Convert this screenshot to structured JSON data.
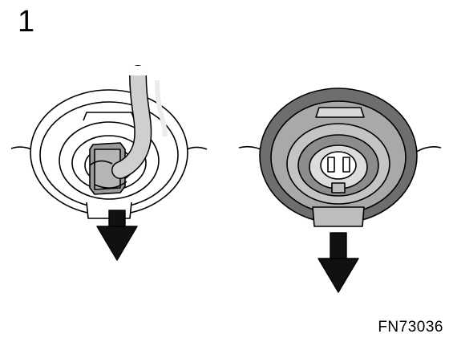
{
  "step": {
    "number": "1"
  },
  "figure": {
    "code": "FN73036"
  },
  "colors": {
    "ink": "#000000",
    "housing_light": "#ffffff",
    "housing_dark": "#6e6e6e",
    "housing_mid": "#a9a9a9",
    "wire": "#c8c8c8",
    "connector": "#9a9a9a",
    "arrow": "#111111"
  },
  "illustrations": [
    {
      "name": "socket-with-connector",
      "state": "connector attached",
      "arrow": "down"
    },
    {
      "name": "socket-without-connector",
      "state": "connector removed",
      "arrow": "down"
    }
  ]
}
